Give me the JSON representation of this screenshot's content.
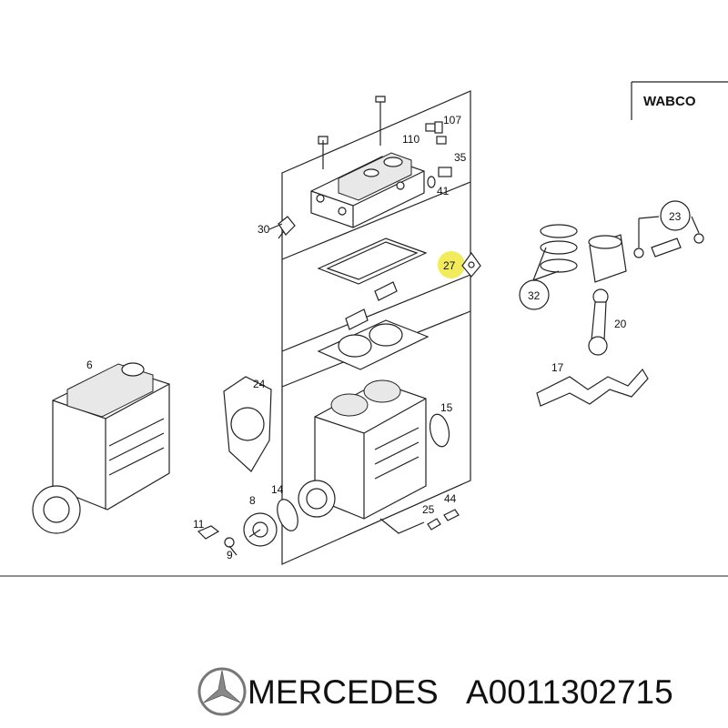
{
  "brand_box": {
    "label": "WABCO"
  },
  "footer": {
    "manufacturer": "MERCEDES",
    "part_number": "A0011302715",
    "logo_icon": "mercedes-star-icon"
  },
  "highlight": {
    "part": "27",
    "color": "#f2ec5c"
  },
  "callouts": {
    "c6": "6",
    "c8": "8",
    "c9": "9",
    "c11": "11",
    "c14": "14",
    "c15": "15",
    "c17": "17",
    "c20": "20",
    "c23": "23",
    "c24": "24",
    "c25": "25",
    "c27": "27",
    "c30": "30",
    "c32": "32",
    "c35": "35",
    "c41": "41",
    "c44": "44",
    "c107": "107",
    "c110": "110"
  }
}
